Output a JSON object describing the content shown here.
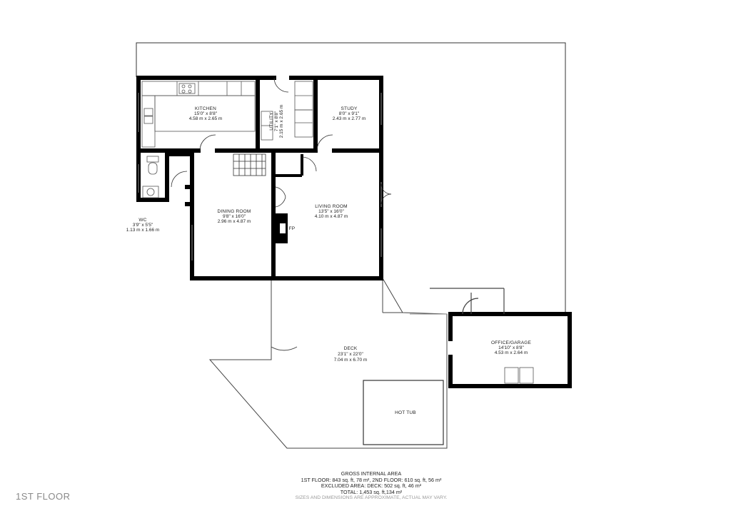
{
  "floor_label": "1ST FLOOR",
  "rooms": {
    "kitchen": {
      "name": "KITCHEN",
      "imperial": "15'0\" x 8'8\"",
      "metric": "4.58 m x 2.65 m"
    },
    "utility": {
      "name": "UTILITY",
      "imperial": "7'1\" x 8'8\"",
      "metric": "2.15 m x 2.65 m"
    },
    "study": {
      "name": "STUDY",
      "imperial": "8'0\" x 9'1\"",
      "metric": "2.43 m x 2.77 m"
    },
    "wc": {
      "name": "WC",
      "imperial": "3'9\" x 5'5\"",
      "metric": "1.13 m x 1.66 m"
    },
    "dining": {
      "name": "DINING ROOM",
      "imperial": "9'8\" x 16'0\"",
      "metric": "2.96 m x 4.87 m"
    },
    "living": {
      "name": "LIVING ROOM",
      "imperial": "13'5\" x 16'0\"",
      "metric": "4.10 m x 4.87 m"
    },
    "fireplace": {
      "name": "FP"
    },
    "deck": {
      "name": "DECK",
      "imperial": "23'1\" x 22'0\"",
      "metric": "7.04 m x 6.70 m"
    },
    "office": {
      "name": "OFFICE/GARAGE",
      "imperial": "14'10\" x 8'8\"",
      "metric": "4.53 m x 2.64 m"
    },
    "hottub": {
      "name": "HOT TUB"
    }
  },
  "summary": {
    "title": "GROSS INTERNAL AREA",
    "line1": "1ST FLOOR: 843 sq. ft, 78 m², 2ND FLOOR: 610 sq. ft, 56 m²",
    "line2": "EXCLUDED AREA: DECK: 502 sq. ft, 46 m²",
    "line3": "TOTAL: 1,453 sq. ft,134 m²",
    "note": "SIZES AND DIMENSIONS ARE APPROXIMATE, ACTUAL MAY VARY."
  }
}
